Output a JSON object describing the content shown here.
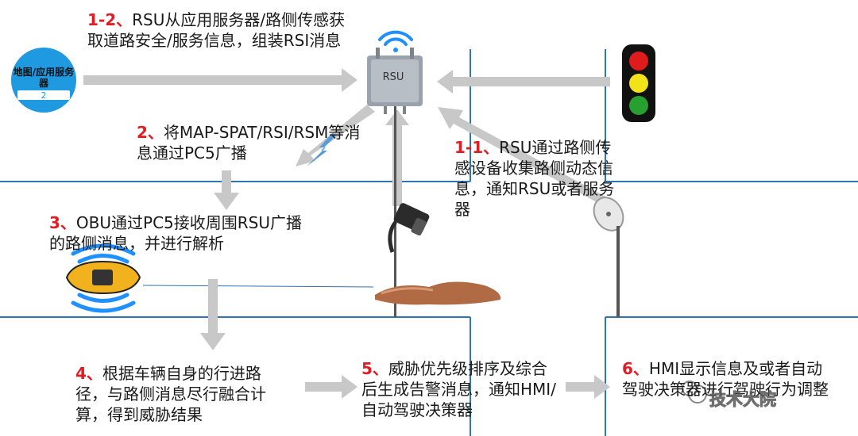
{
  "map_server": {
    "label": "地图/应用服务器"
  },
  "rsu": {
    "label": "RSU"
  },
  "steps": {
    "s1_2": {
      "num": "1-2",
      "sep": "、",
      "text": "RSU从应用服务器/路侧传感获取道路安全/服务信息，组装RSI消息"
    },
    "s2": {
      "num": "2",
      "sep": "、",
      "text": "将MAP-SPAT/RSI/RSM等消息通过PC5广播"
    },
    "s1_1": {
      "num": "1-1",
      "sep": "、",
      "text": "RSU通过路侧传感设备收集路侧动态信息，通知RSU或者服务器"
    },
    "s3": {
      "num": "3",
      "sep": "、",
      "text": "OBU通过PC5接收周围RSU广播的路侧消息，并进行解析"
    },
    "s4": {
      "num": "4",
      "sep": "、",
      "text": "根据车辆自身的行进路径，与路侧消息尽行融合计算，得到威胁结果"
    },
    "s5": {
      "num": "5",
      "sep": "、",
      "text": "威胁优先级排序及综合后生成告警消息，通知HMI/自动驾驶决策器"
    },
    "s6": {
      "num": "6",
      "sep": "、",
      "text": "HMI显示信息及或者自动驾驶决策器进行驾驶行为调整"
    }
  },
  "watermark": "技术大院",
  "colors": {
    "arrow": "#c8c8c8",
    "road": "#2e75b6",
    "step_number": "#e31b23",
    "wifi": "#1e90ff"
  }
}
